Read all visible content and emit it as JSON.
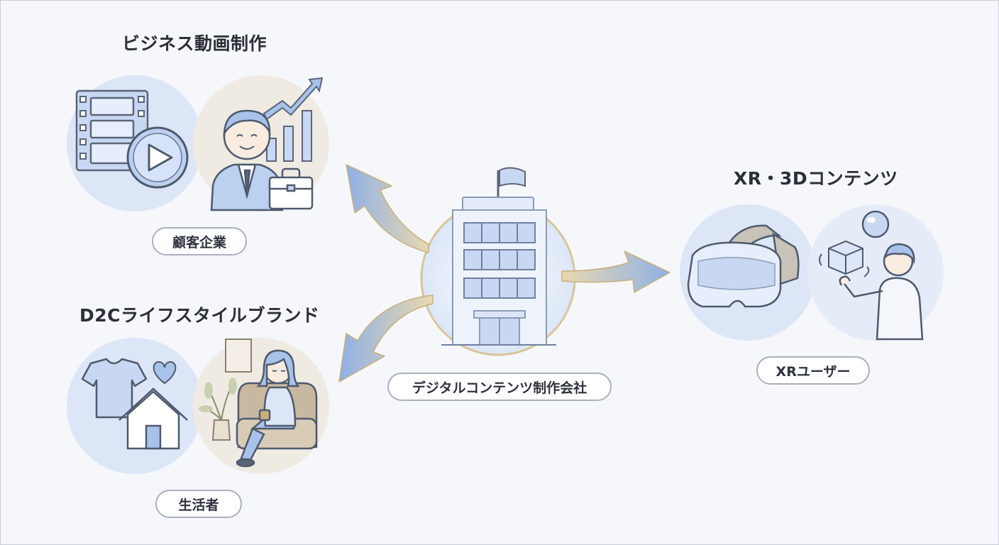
{
  "groups": {
    "business": {
      "title": "ビジネス動画制作",
      "label": "顧客企業"
    },
    "d2c": {
      "title": "D2Cライフスタイルブランド",
      "label": "生活者"
    },
    "xr": {
      "title": "XR・3Dコンテンツ",
      "label": "XRユーザー"
    }
  },
  "center": {
    "label": "デジタルコンテンツ制作会社"
  },
  "colors": {
    "accent_blue": "#8fb0e6",
    "gold": "#c9b07a",
    "circle_blue": "#dde6f6",
    "circle_beige": "#efebe3",
    "outline": "#5b6577"
  },
  "icons": [
    "film-strip-icon",
    "play-button-icon",
    "businessman-icon",
    "growth-chart-icon",
    "briefcase-icon",
    "tshirt-icon",
    "heart-icon",
    "house-icon",
    "woman-relaxing-icon",
    "plant-icon",
    "building-icon",
    "flag-icon",
    "vr-headset-icon",
    "cube-icon",
    "sphere-icon",
    "person-gesture-icon",
    "arrow-icon"
  ]
}
